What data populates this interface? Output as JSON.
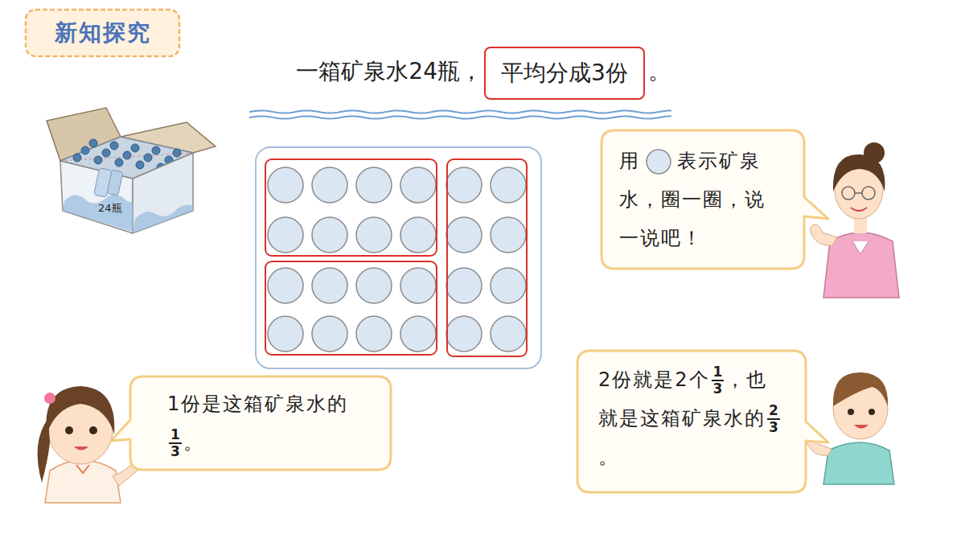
{
  "diagram": {
    "nodes": [
      {
        "text": [
          "新知探究"
        ]
      },
      {
        "text": [
          "平均分成3份"
        ]
      },
      {
        "text": [
          "用",
          "表示矿泉水，圈一圈，说一说吧！"
        ]
      },
      {
        "text": [
          "1份是这箱矿泉水的",
          "1",
          "3",
          "。"
        ]
      },
      {
        "text": [
          "2份就是2个",
          "1",
          "3",
          "，也就是这箱矿泉水的",
          "2",
          "3",
          "。"
        ]
      }
    ],
    "labels": [
      "一箱矿泉水24瓶，",
      "。",
      "24瓶"
    ]
  }
}
